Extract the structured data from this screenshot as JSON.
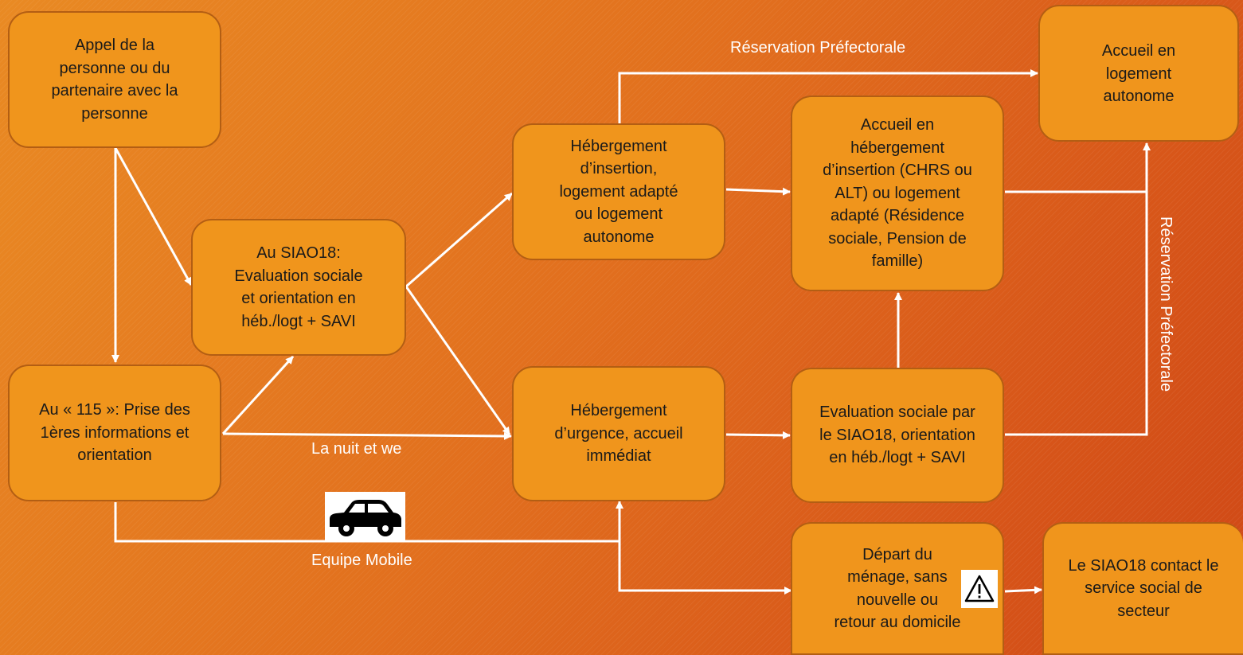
{
  "nodes": {
    "appel": "Appel de la personne ou du partenaire avec la personne",
    "siao_eval": "Au SIAO18: Evaluation sociale et orientation en héb./logt + SAVI",
    "n115": "Au « 115 »: Prise des 1ères informations et orientation",
    "heb_insertion": "Hébergement d’insertion, logement adapté ou logement autonome",
    "heb_urgence": "Hébergement d’urgence, accueil immédiat",
    "accueil_heb_insertion": "Accueil en hébergement d’insertion (CHRS ou ALT) ou logement adapté (Résidence sociale, Pension de famille)",
    "accueil_logement": "Accueil en logement autonome",
    "eval_siao18": "Evaluation sociale par le SIAO18, orientation en héb./logt + SAVI",
    "depart": "Départ du ménage, sans nouvelle ou retour au domicile",
    "contact": "Le SIAO18 contact le service social de secteur"
  },
  "labels": {
    "reservation_top": "Réservation Préfectorale",
    "reservation_side": "Réservation Préfectorale",
    "nuit_we": "La nuit et we",
    "equipe_mobile": "Equipe Mobile"
  },
  "icons": {
    "car": "car-icon",
    "warning": "warning-icon"
  },
  "colors": {
    "box_fill": "#f0951c",
    "box_border": "#b35e13",
    "arrow": "#ffffff",
    "background": "#e06a1c"
  }
}
